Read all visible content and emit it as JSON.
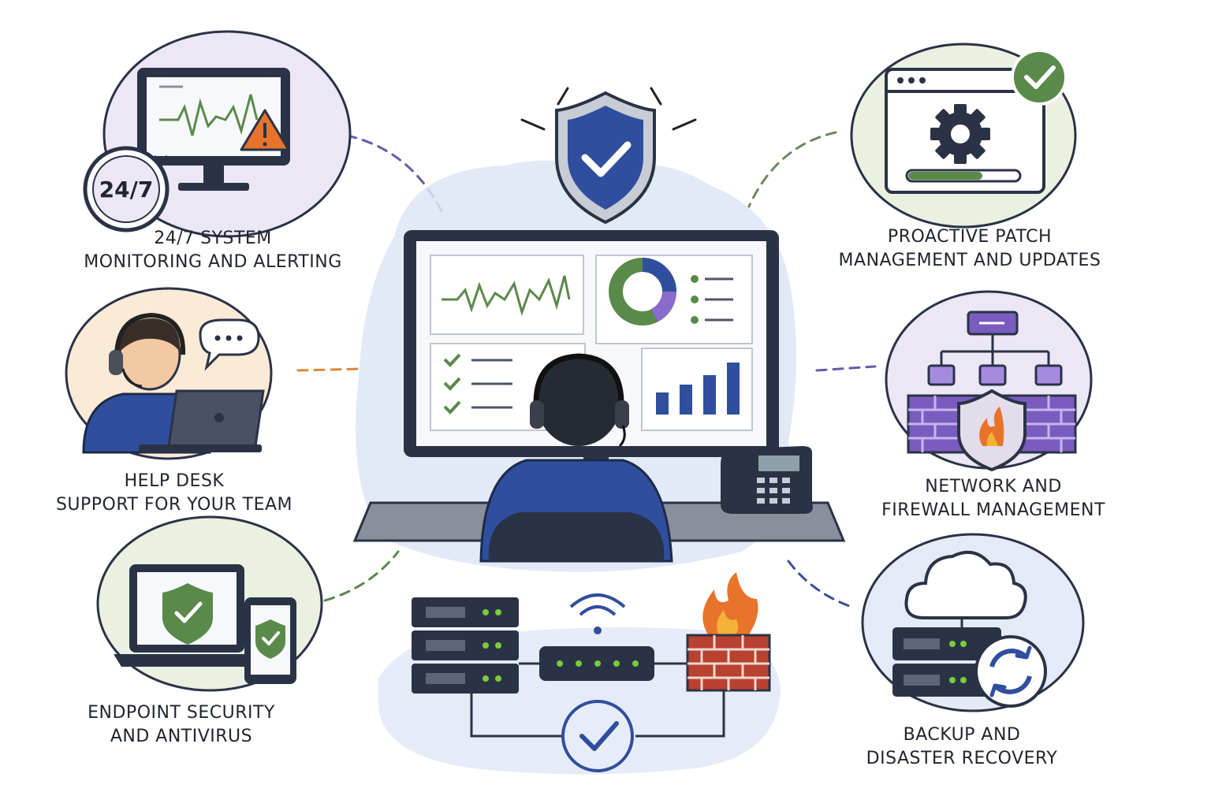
{
  "colors": {
    "navy": "#2a3346",
    "blue": "#2f4f9e",
    "green": "#5a8a4a",
    "purple": "#7a5cc0",
    "orange": "#e8732a",
    "red": "#c8442e",
    "brick": "#b8412f"
  },
  "services": {
    "monitoring": {
      "line1": "24/7 SYSTEM",
      "line2": "MONITORING AND ALERTING",
      "badge": "24/7",
      "icon": "monitor-alert-icon"
    },
    "patch": {
      "line1": "PROACTIVE PATCH",
      "line2": "MANAGEMENT AND UPDATES",
      "icon": "gear-window-icon"
    },
    "helpdesk": {
      "line1": "HELP DESK",
      "line2": "SUPPORT FOR YOUR TEAM",
      "icon": "headset-agent-icon"
    },
    "network": {
      "line1": "NETWORK AND",
      "line2": "FIREWALL MANAGEMENT",
      "icon": "firewall-network-icon"
    },
    "endpoint": {
      "line1": "ENDPOINT SECURITY",
      "line2": "AND ANTIVIRUS",
      "icon": "shield-devices-icon"
    },
    "backup": {
      "line1": "BACKUP AND",
      "line2": "DISASTER RECOVERY",
      "icon": "cloud-backup-icon"
    }
  }
}
